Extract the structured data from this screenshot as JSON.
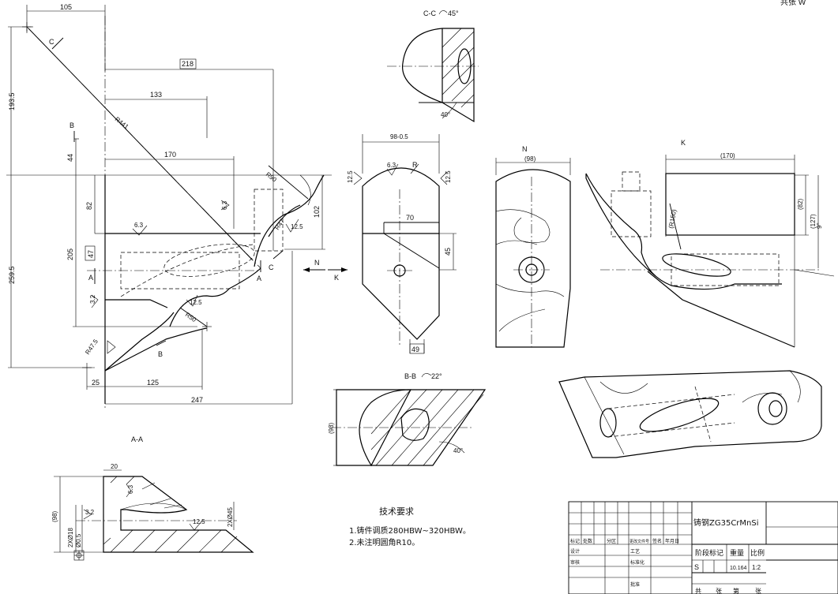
{
  "corner_text": "共张 W",
  "dims_main": {
    "d105": "105",
    "d218": "218",
    "d133": "133",
    "d170": "170",
    "d193_5": "193.5",
    "d44": "44",
    "d82": "82",
    "d205": "205",
    "d47": "47",
    "d259_5": "259.5",
    "d102": "102",
    "d25": "25",
    "d125": "125",
    "d247": "247",
    "r441": "R441",
    "r90": "R90",
    "r47": "R47",
    "r50": "R50",
    "r47_5": "R47.5",
    "s63": "6.3",
    "s125": "12.5",
    "s32": "3.2"
  },
  "view_labels": {
    "A": "A",
    "B": "B",
    "C": "C",
    "N": "N",
    "K": "K",
    "cc_title": "C-C",
    "cc_angle": "45°",
    "cc_40": "40°",
    "bb_title": "B-B",
    "bb_angle": "22°",
    "bb_40": "40°",
    "bb_98": "(98)",
    "aa_title": "A-A",
    "n_title": "N",
    "n_98": "(98)",
    "k_title": "K",
    "k_170": "(170)",
    "k_82": "(82)",
    "k_127": "(127)",
    "k_r150": "(R150)",
    "k_9": "9°"
  },
  "front_dims": {
    "d98": "98-0.5",
    "d70": "70",
    "d45": "45",
    "d49": "49",
    "r": "R",
    "s63": "6.3",
    "s125": "12.5"
  },
  "aa_dims": {
    "d20": "20",
    "d98": "(98)",
    "d2x18": "2XØ18",
    "d05": "Ø0.5",
    "d2x45": "2XØ45",
    "s63": "6.3",
    "s125": "12.5",
    "s32": "3.2"
  },
  "tech_req": {
    "title": "技术要求",
    "line1": "1.铸件调质280HBW~320HBW。",
    "line2": "2.未注明圆角R10。"
  },
  "title_block": {
    "material": "铸钢ZG35CrMnSi",
    "stage": "阶段标记",
    "weight": "重量",
    "scale": "比例",
    "stage_val": "S",
    "weight_val": "10.164",
    "scale_val": "1:2",
    "row_mark": "标记",
    "row_count": "处数",
    "row_zone": "分区",
    "row_doc": "更改文件号",
    "row_sign": "签名",
    "row_date": "年月日",
    "design": "设计",
    "standard": "标准化",
    "review": "审核",
    "process": "工艺",
    "approve": "批准",
    "total": "共",
    "sheets": "张",
    "sheet_no": "第",
    "sheet_unit": "张"
  }
}
